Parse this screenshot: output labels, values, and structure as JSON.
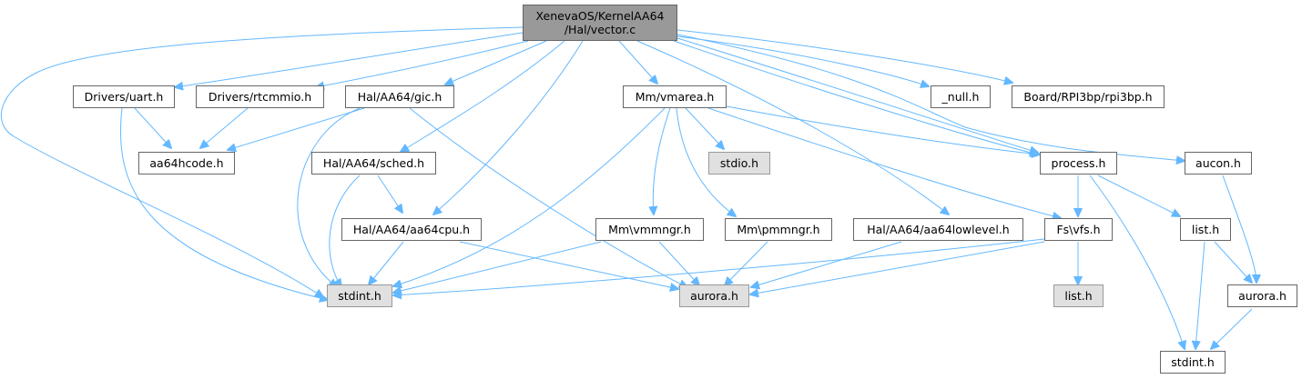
{
  "diagram": {
    "root": {
      "line1": "XenevaOS/KernelAA64",
      "line2": "/Hal/vector.c"
    },
    "nodes": {
      "uart": "Drivers/uart.h",
      "rtcmmio": "Drivers/rtcmmio.h",
      "gic": "Hal/AA64/gic.h",
      "vmarea": "Mm/vmarea.h",
      "null": "_null.h",
      "rpi3bp": "Board/RPI3bp/rpi3bp.h",
      "aa64hcode": "aa64hcode.h",
      "sched": "Hal/AA64/sched.h",
      "stdio": "stdio.h",
      "process": "process.h",
      "aucon": "aucon.h",
      "aa64cpu": "Hal/AA64/aa64cpu.h",
      "vmmngr": "Mm\\vmmngr.h",
      "pmmngr": "Mm\\pmmngr.h",
      "aa64lowlevel": "Hal/AA64/aa64lowlevel.h",
      "vfs": "Fs\\vfs.h",
      "list1": "list.h",
      "stdint1": "stdint.h",
      "aurora1": "aurora.h",
      "list2": "list.h",
      "aurora2": "aurora.h",
      "stdint2": "stdint.h"
    },
    "colors": {
      "edge": "#63b8ff",
      "root_fill": "#999999",
      "external_fill": "#e0e0e0"
    }
  }
}
